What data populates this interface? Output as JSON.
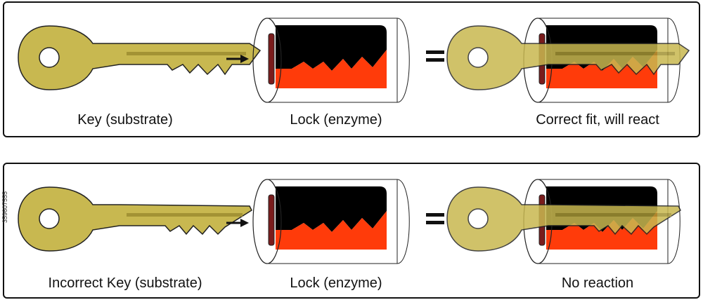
{
  "colors": {
    "key_gold": "#c8b850",
    "key_gold_dark": "#a39334",
    "lock_black": "#000000",
    "lock_orange": "#ff3b0a",
    "outline": "#222222"
  },
  "top_row": {
    "key_caption": "Key (substrate)",
    "lock_caption": "Lock (enzyme)",
    "result_caption": "Correct fit, will react"
  },
  "bottom_row": {
    "key_caption": "Incorrect Key (substrate)",
    "lock_caption": "Lock (enzyme)",
    "result_caption": "No reaction"
  },
  "watermark_id": "359607555",
  "icons": [
    "key-icon",
    "arrow-right-icon",
    "lock-cylinder-icon",
    "equals-icon"
  ]
}
